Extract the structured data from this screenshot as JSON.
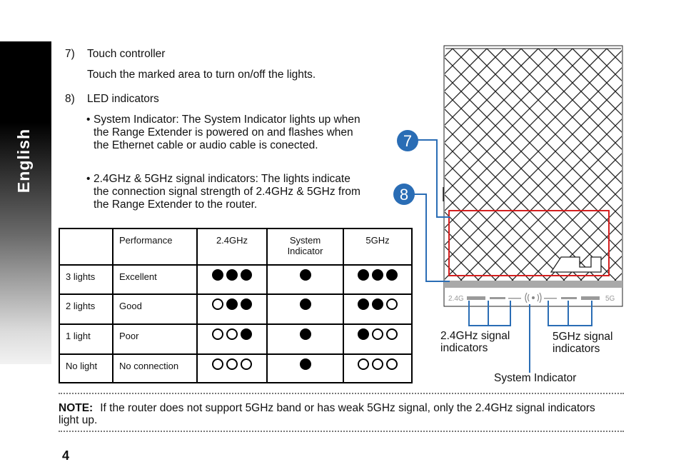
{
  "side_tab": {
    "label": "English"
  },
  "items": [
    {
      "number": "7)",
      "title": "Touch controller",
      "body": "Touch the marked area to turn on/off the lights."
    },
    {
      "number": "8)",
      "title": "LED indicators",
      "bullets": [
        "System Indicator: The System Indicator lights up when the Range Extender is powered on and flashes when the Ethernet cable or audio cable is conected.",
        "2.4GHz & 5GHz signal indicators: The lights indicate the connection signal strength of 2.4GHz & 5GHz from the Range Extender to the router."
      ]
    }
  ],
  "bullet_mark": "•",
  "table": {
    "headers": [
      "",
      "Performance",
      "2.4GHz",
      "System Indicator",
      "5GHz"
    ],
    "rows": [
      {
        "label": "3 lights",
        "performance": "Excellent",
        "ghz24": [
          1,
          1,
          1
        ],
        "system": 1,
        "ghz5": [
          1,
          1,
          1
        ]
      },
      {
        "label": "2 lights",
        "performance": "Good",
        "ghz24": [
          0,
          1,
          1
        ],
        "system": 1,
        "ghz5": [
          1,
          1,
          0
        ]
      },
      {
        "label": "1 light",
        "performance": "Poor",
        "ghz24": [
          0,
          0,
          1
        ],
        "system": 1,
        "ghz5": [
          1,
          0,
          0
        ]
      },
      {
        "label": "No light",
        "performance": "No connection",
        "ghz24": [
          0,
          0,
          0
        ],
        "system": 1,
        "ghz5": [
          0,
          0,
          0
        ]
      }
    ]
  },
  "note": {
    "label": "NOTE:",
    "text": "If the router does not support 5GHz band or has weak 5GHz signal, only the 2.4GHz signal indicators light up."
  },
  "page_number": "4",
  "figure": {
    "callouts": [
      "7",
      "8"
    ],
    "led_strip": {
      "left_label": "2.4G",
      "right_label": "5G"
    },
    "labels": {
      "ghz24": "2.4GHz signal indicators",
      "ghz5": "5GHz signal indicators",
      "system": "System Indicator"
    },
    "colors": {
      "callout": "#2a6db5",
      "highlight": "#d42020",
      "leader": "#2a6db5"
    }
  }
}
